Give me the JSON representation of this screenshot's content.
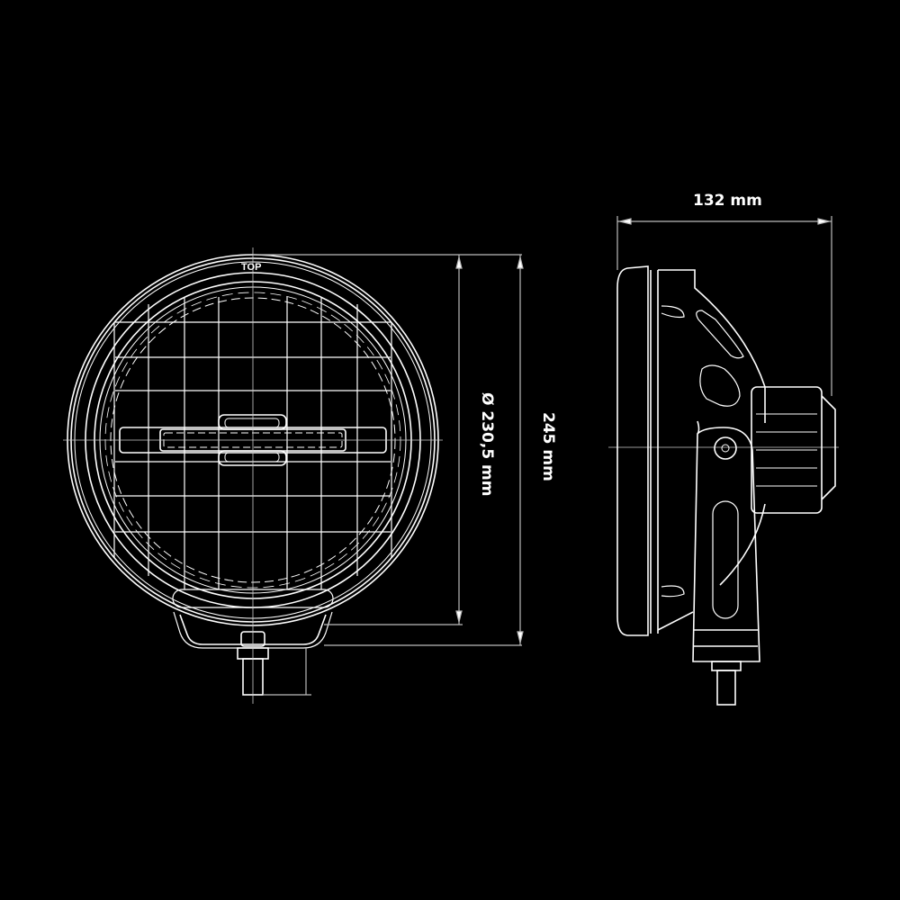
{
  "drawing": {
    "title": "Round auxiliary lamp – technical dimension drawing",
    "background_color": "#000000",
    "line_color": "#ffffff",
    "dim_line_color": "#bbbbbb",
    "front_view": {
      "orientation_marker": "TOP",
      "diameter_dimension": "Ø 230,5 mm",
      "height_dimension": "245 mm"
    },
    "side_view": {
      "depth_dimension": "132 mm"
    }
  }
}
